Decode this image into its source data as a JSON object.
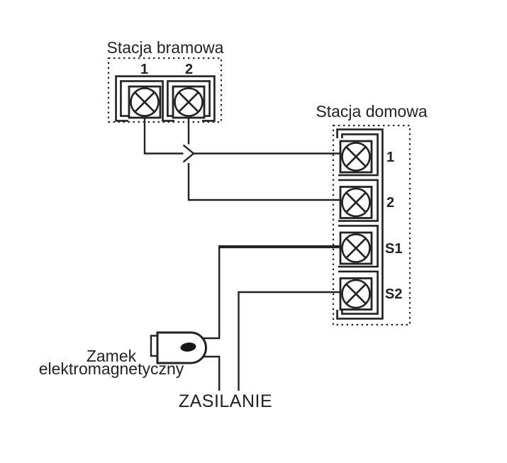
{
  "colors": {
    "ink": "#222222",
    "background": "#ffffff"
  },
  "gate_station": {
    "title": "Stacja bramowa",
    "terminals": [
      "1",
      "2"
    ]
  },
  "home_station": {
    "title": "Stacja domowa",
    "terminals": [
      "1",
      "2",
      "S1",
      "S2"
    ]
  },
  "lock": {
    "label_line1": "Zamek",
    "label_line2": "elektromagnetyczny"
  },
  "power": {
    "label": "ZASILANIE"
  },
  "icons": {
    "terminal": "crossed-circle",
    "crossover": "wire-hop-chevron",
    "lock_symbol": "rounded-body-with-keyhole"
  },
  "connections": [
    {
      "from": "gate_station.1",
      "to": "home_station.1"
    },
    {
      "from": "gate_station.2",
      "to": "home_station.2"
    },
    {
      "from": "home_station.S1",
      "to": "lock",
      "style": "bold"
    },
    {
      "from": "home_station.S2",
      "to": "power"
    },
    {
      "from": "lock",
      "to": "power"
    }
  ]
}
